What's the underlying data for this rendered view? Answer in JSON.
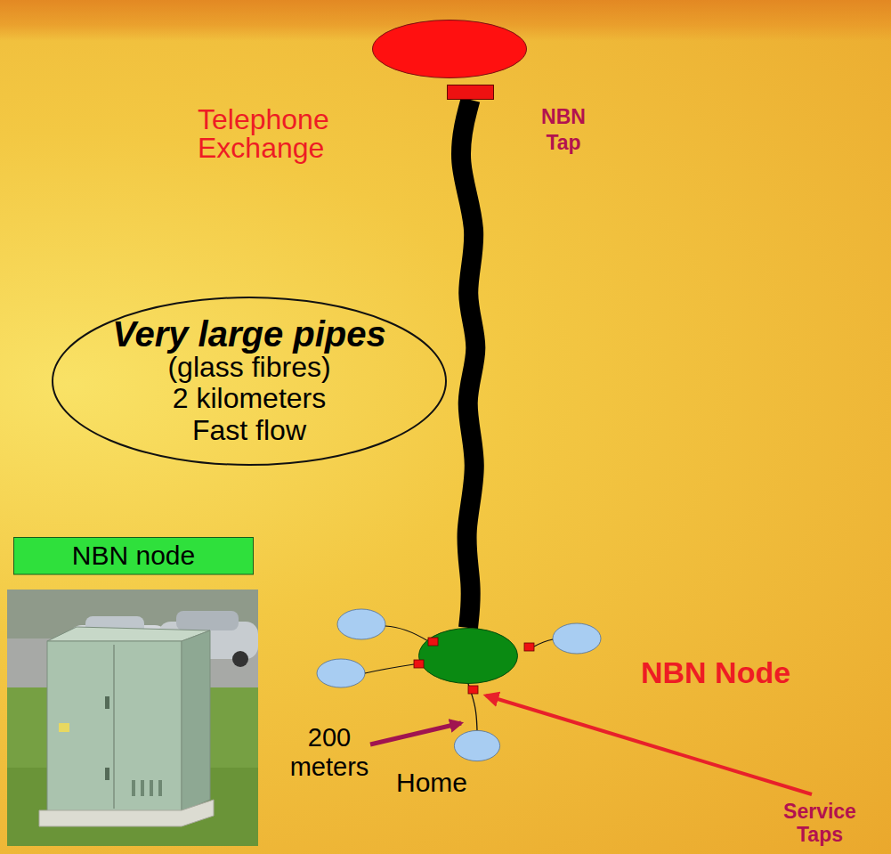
{
  "diagram": {
    "nodes": [
      {
        "text": [
          "Telephone Exchange"
        ]
      },
      {
        "text": [
          "NBN Tap"
        ]
      },
      {
        "text": [
          "Very large pipes",
          "(glass fibres)",
          "2 kilometers",
          "Fast flow"
        ]
      },
      {
        "text": [
          "NBN node"
        ]
      },
      {
        "text": [
          "NBN Node"
        ]
      },
      {
        "text": [
          "Home"
        ]
      }
    ],
    "edges": [
      {
        "from": 1,
        "to": 4,
        "arrow": "none"
      },
      {
        "from": 4,
        "to": 5,
        "arrow": "none"
      }
    ],
    "labels": [
      "200 meters",
      "Service Taps"
    ]
  }
}
